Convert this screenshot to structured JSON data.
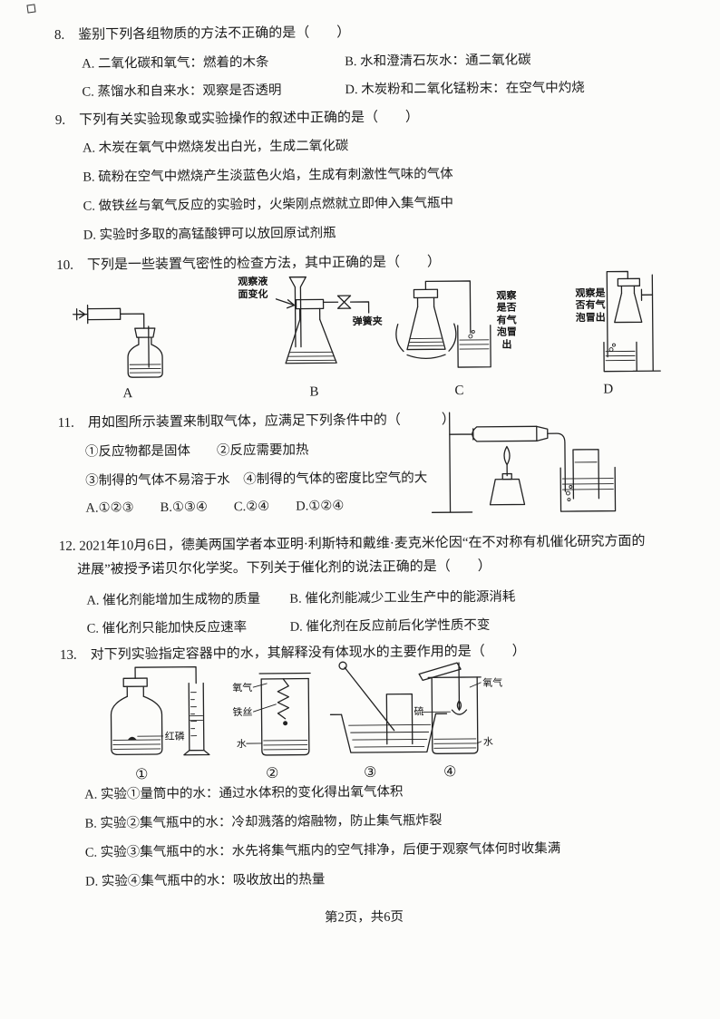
{
  "page": {
    "footer": "第2页，共6页"
  },
  "q8": {
    "stem": "8.　鉴别下列各组物质的方法不正确的是（　　）",
    "options": [
      "A. 二氧化碳和氧气：燃着的木条",
      "B. 水和澄清石灰水：通二氧化碳",
      "C. 蒸馏水和自来水：观察是否透明",
      "D. 木炭粉和二氧化锰粉末：在空气中灼烧"
    ]
  },
  "q9": {
    "stem": "9.　下列有关实验现象或实验操作的叙述中正确的是（　　）",
    "options": [
      "A. 木炭在氧气中燃烧发出白光，生成二氧化碳",
      "B. 硫粉在空气中燃烧产生淡蓝色火焰，生成有刺激性气味的气体",
      "C. 做铁丝与氧气反应的实验时，火柴刚点燃就立即伸入集气瓶中",
      "D. 实验时多取的高锰酸钾可以放回原试剂瓶"
    ]
  },
  "q10": {
    "stem": "10.　下列是一些装置气密性的检查方法，其中正确的是（　　）",
    "labels": [
      "A",
      "B",
      "C",
      "D"
    ],
    "ann": {
      "b_observe": "观察液面变化",
      "b_clip": "弹簧夹",
      "c_observe": "观察是否有气泡冒出",
      "d_observe": "观察是否有气泡冒出"
    }
  },
  "q11": {
    "stem": "11.　用如图所示装置来制取气体，应满足下列条件中的（　　　）",
    "cond1": "①反应物都是固体　　②反应需要加热",
    "cond2": "③制得的气体不易溶于水　④制得的气体的密度比空气的大",
    "choices": "A.①②③　　B.①③④　　C.②④　　D.①②④"
  },
  "q12": {
    "stem_line1": "12. 2021年10月6日，德美两国学者本亚明·利斯特和戴维·麦克米伦因“在不对称有机催化研究方面的",
    "stem_line2": "进展”被授予诺贝尔化学奖。下列关于催化剂的说法正确的是（　　）",
    "options": [
      "A. 催化剂能增加生成物的质量",
      "B. 催化剂能减少工业生产中的能源消耗",
      "C. 催化剂只能加快反应速率",
      "D. 催化剂在反应前后化学性质不变"
    ]
  },
  "q13": {
    "stem": "13.　对下列实验指定容器中的水，其解释没有体现水的主要作用的是（　　）",
    "labels": [
      "①",
      "②",
      "③",
      "④"
    ],
    "ann": {
      "d1_phosphorus": "红磷",
      "d2_gas": "氧气",
      "d2_wire": "铁丝",
      "d2_water": "水",
      "d4_gas": "氧气",
      "d4_sulfur": "硫",
      "d4_water": "水"
    },
    "options": [
      "A. 实验①量筒中的水：通过水体积的变化得出氧气体积",
      "B. 实验②集气瓶中的水：冷却溅落的熔融物，防止集气瓶炸裂",
      "C. 实验③集气瓶中的水：水先将集气瓶内的空气排净，后便于观察气体何时收集满",
      "D. 实验④集气瓶中的水：吸收放出的热量"
    ]
  }
}
